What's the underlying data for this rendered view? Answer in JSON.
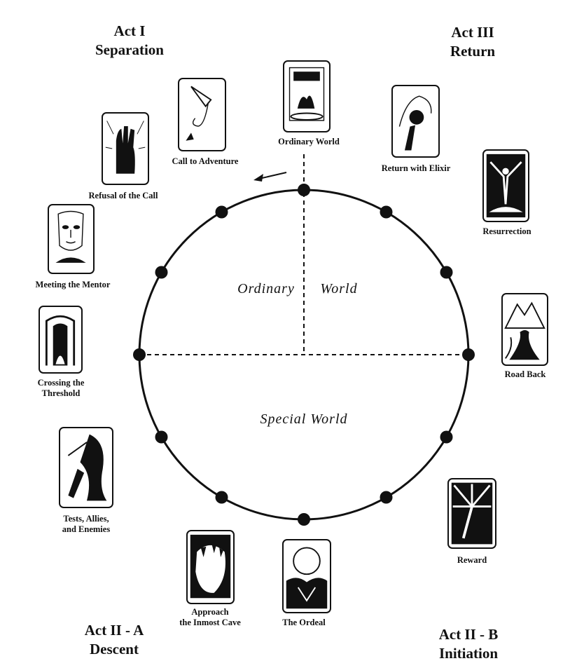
{
  "acts": [
    {
      "key": "act1",
      "lines": [
        "Act I",
        "Separation"
      ]
    },
    {
      "key": "act3",
      "lines": [
        "Act III",
        "Return"
      ]
    },
    {
      "key": "act2a",
      "lines": [
        "Act II - A",
        "Descent"
      ]
    },
    {
      "key": "act2b",
      "lines": [
        "Act II - B",
        "Initiation"
      ]
    }
  ],
  "stages": [
    {
      "key": "ordinary-world",
      "lines": [
        "Ordinary World"
      ]
    },
    {
      "key": "call-to-adventure",
      "lines": [
        "Call to Adventure"
      ]
    },
    {
      "key": "refusal-of-the-call",
      "lines": [
        "Refusal of the Call"
      ]
    },
    {
      "key": "meeting-the-mentor",
      "lines": [
        "Meeting the Mentor"
      ]
    },
    {
      "key": "crossing-the-threshold",
      "lines": [
        "Crossing the",
        "Threshold"
      ]
    },
    {
      "key": "tests-allies-enemies",
      "lines": [
        "Tests, Allies,",
        "and Enemies"
      ]
    },
    {
      "key": "approach-inmost-cave",
      "lines": [
        "Approach",
        "the Inmost Cave"
      ]
    },
    {
      "key": "the-ordeal",
      "lines": [
        "The Ordeal"
      ]
    },
    {
      "key": "reward",
      "lines": [
        "Reward"
      ]
    },
    {
      "key": "road-back",
      "lines": [
        "Road Back"
      ]
    },
    {
      "key": "resurrection",
      "lines": [
        "Resurrection"
      ]
    },
    {
      "key": "return-with-elixir",
      "lines": [
        "Return with Elixir"
      ]
    }
  ],
  "regions": {
    "ordinary_a": "Ordinary",
    "ordinary_b": "World",
    "special": "Special World"
  },
  "icons": [
    "hearth-icon",
    "horn-icon",
    "raised-hand-icon",
    "mentor-face-icon",
    "gateway-icon",
    "battle-icon",
    "cave-mouth-icon",
    "ordeal-icon",
    "sword-light-icon",
    "mountain-road-icon",
    "rising-figure-icon",
    "elixir-icon"
  ],
  "colors": {
    "ink": "#111111",
    "paper": "#ffffff"
  }
}
